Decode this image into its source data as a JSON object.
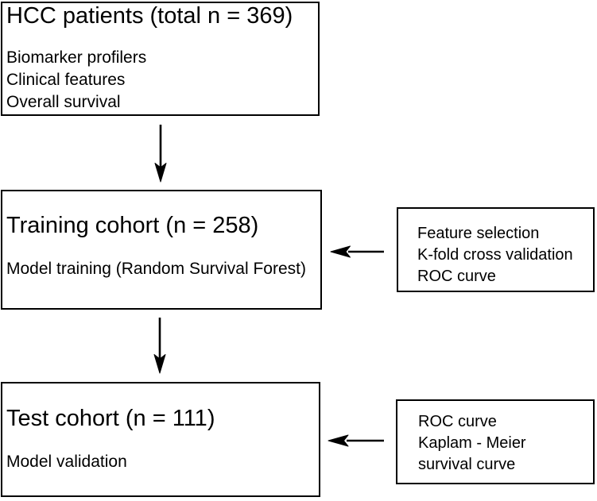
{
  "diagram": {
    "boxes": {
      "hcc": {
        "title": "HCC patients (total n = 369)",
        "lines": [
          "Biomarker profilers",
          "Clinical features",
          "Overall survival"
        ]
      },
      "training": {
        "title": "Training cohort (n = 258)",
        "subtitle": "Model training (Random Survival Forest)"
      },
      "training_methods": {
        "lines": [
          "Feature selection",
          "K-fold cross validation",
          "ROC curve"
        ]
      },
      "test": {
        "title": "Test cohort (n = 111)",
        "subtitle": "Model validation"
      },
      "test_methods": {
        "lines": [
          "ROC curve",
          "Kaplam - Meier",
          "survival curve"
        ]
      }
    },
    "arrows": [
      {
        "name": "arrow-hcc-to-training",
        "direction": "down"
      },
      {
        "name": "arrow-training-to-test",
        "direction": "down"
      },
      {
        "name": "arrow-trainingmethods-to-training",
        "direction": "left"
      },
      {
        "name": "arrow-testmethods-to-test",
        "direction": "left"
      }
    ],
    "colors": {
      "box_border": "#000000",
      "box_fill": "#ffffff",
      "text": "#000000",
      "arrow": "#000000"
    }
  }
}
